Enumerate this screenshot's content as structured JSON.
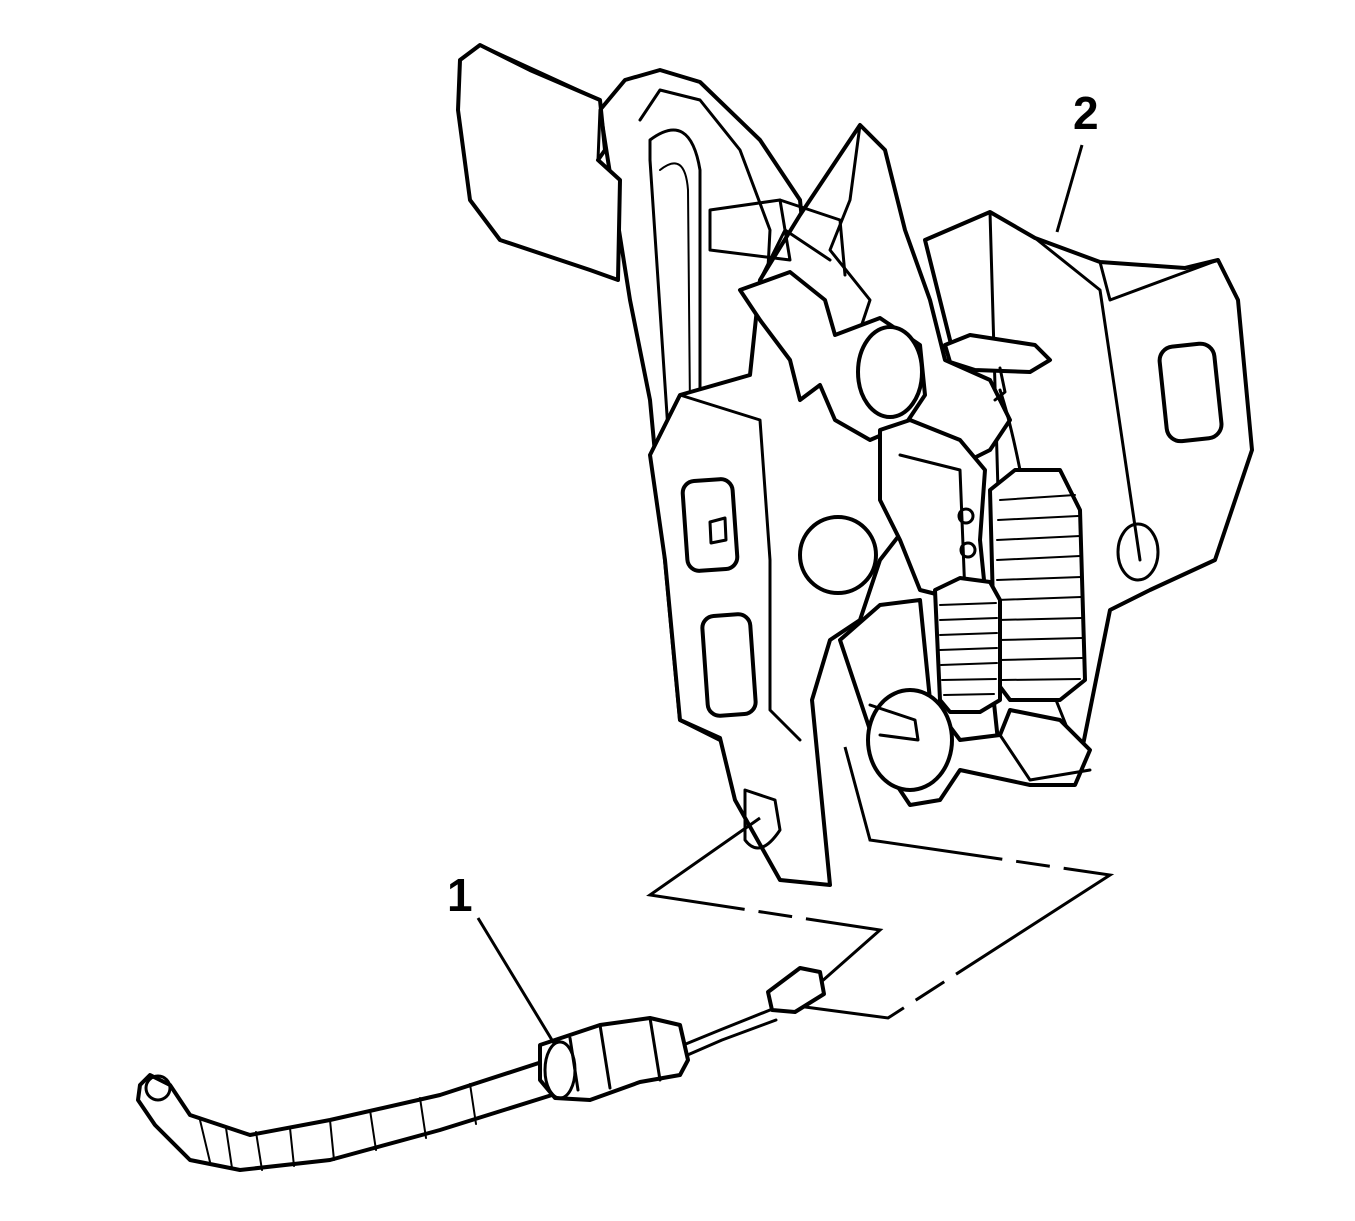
{
  "diagram": {
    "callouts": [
      {
        "id": "1",
        "label": "1",
        "part": "hood-release-cable"
      },
      {
        "id": "2",
        "label": "2",
        "part": "hood-latch-assembly"
      }
    ],
    "colors": {
      "line": "#000000",
      "fill": "#ffffff"
    },
    "icons": {
      "cable": "hood-release-cable-icon",
      "latch": "hood-latch-icon",
      "springs": "coil-spring-icon"
    }
  }
}
